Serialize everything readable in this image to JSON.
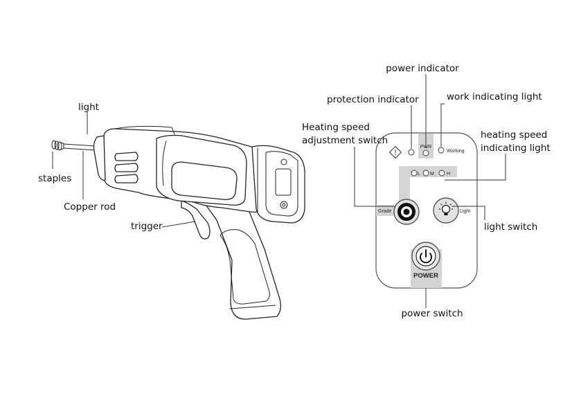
{
  "gun_labels": {
    "light": "light",
    "staples": "staples",
    "copper_rod": "Copper rod",
    "trigger": "trigger"
  },
  "panel_labels": {
    "power_indicator": "power indicator",
    "protection_indicator": "protection indicator",
    "work_indicating_light": "work indicating light",
    "heating_speed_adjustment_switch_line1": "Heating speed",
    "heating_speed_adjustment_switch_line2": "adjustment switch",
    "heating_speed_indicating_light_line1": "heating speed",
    "heating_speed_indicating_light_line2": "indicating light",
    "light_switch": "light switch",
    "power_switch": "power switch"
  },
  "panel_text": {
    "pwr": "PWR",
    "working": "Working",
    "speed_l": "L",
    "speed_m": "M",
    "speed_h": "H",
    "grade": "Grade",
    "light": "Light",
    "power": "POWER"
  },
  "colors": {
    "line": "#333333",
    "panel_fill": "#ffffff",
    "highlight_gray": "#d4d4d4"
  }
}
